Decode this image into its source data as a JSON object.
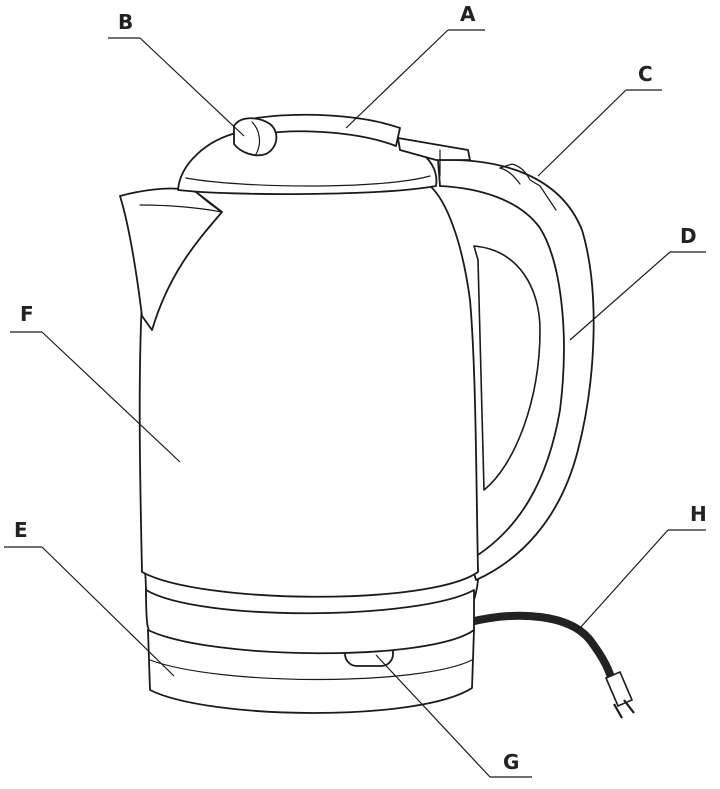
{
  "diagram": {
    "labels": {
      "A": "A",
      "B": "B",
      "C": "C",
      "D": "D",
      "E": "E",
      "F": "F",
      "G": "G",
      "H": "H"
    },
    "colors": {
      "line": "#1a1a1a",
      "cord": "#222222",
      "background": "#ffffff"
    }
  }
}
